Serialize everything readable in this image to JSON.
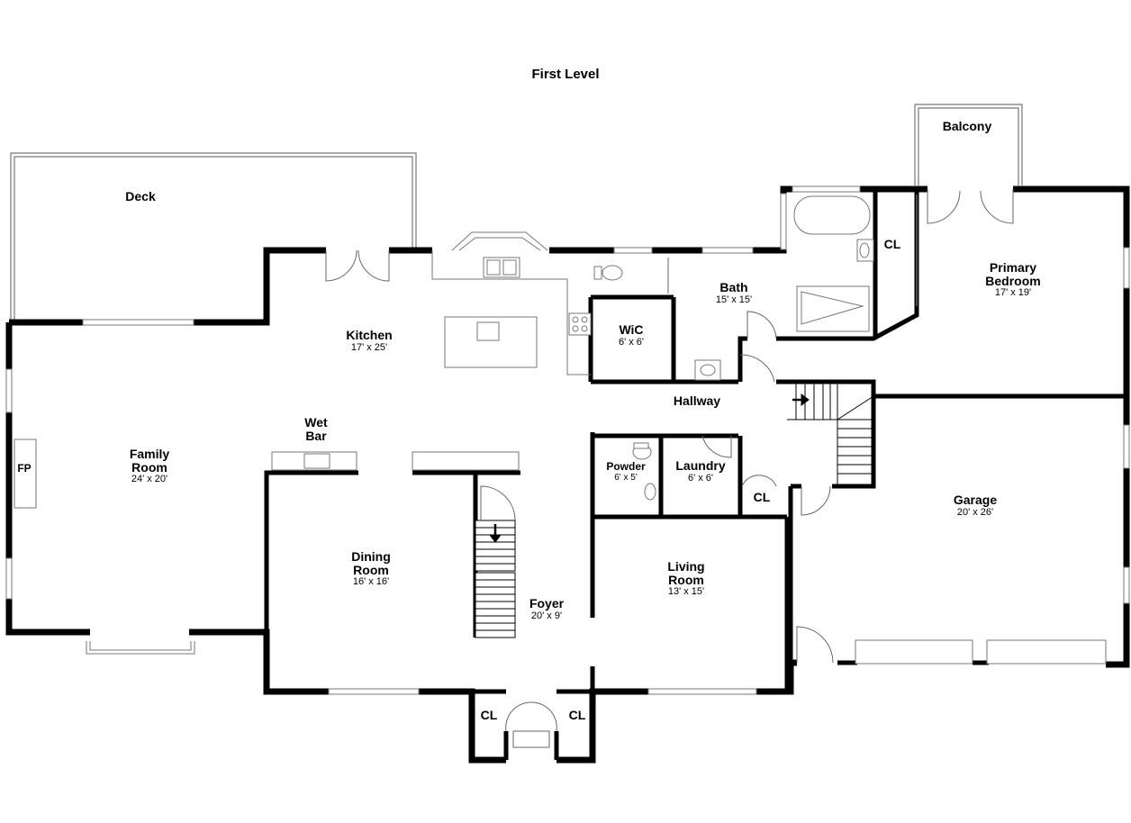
{
  "title": "First Level",
  "rooms": {
    "deck": {
      "name": "Deck"
    },
    "balcony": {
      "name": "Balcony"
    },
    "kitchen": {
      "name": "Kitchen",
      "dims": "17' x 25'"
    },
    "family_room": {
      "name": "Family\nRoom",
      "dims": "24' x 20'"
    },
    "fp": {
      "name": "FP"
    },
    "wet_bar": {
      "name": "Wet\nBar"
    },
    "dining_room": {
      "name": "Dining\nRoom",
      "dims": "16' x 16'"
    },
    "foyer": {
      "name": "Foyer",
      "dims": "20' x 9'"
    },
    "living_room": {
      "name": "Living\nRoom",
      "dims": "13' x 15'"
    },
    "wic": {
      "name": "WiC",
      "dims": "6' x 6'"
    },
    "bath": {
      "name": "Bath",
      "dims": "15' x 15'"
    },
    "cl_bath": {
      "name": "CL"
    },
    "primary_bedroom": {
      "name": "Primary\nBedroom",
      "dims": "17' x 19'"
    },
    "hallway": {
      "name": "Hallway"
    },
    "powder": {
      "name": "Powder",
      "dims": "6' x 5'"
    },
    "laundry": {
      "name": "Laundry",
      "dims": "6' x 6'"
    },
    "cl_laundry": {
      "name": "CL"
    },
    "garage": {
      "name": "Garage",
      "dims": "20' x 26'"
    },
    "cl_foyer_left": {
      "name": "CL"
    },
    "cl_foyer_right": {
      "name": "CL"
    }
  }
}
